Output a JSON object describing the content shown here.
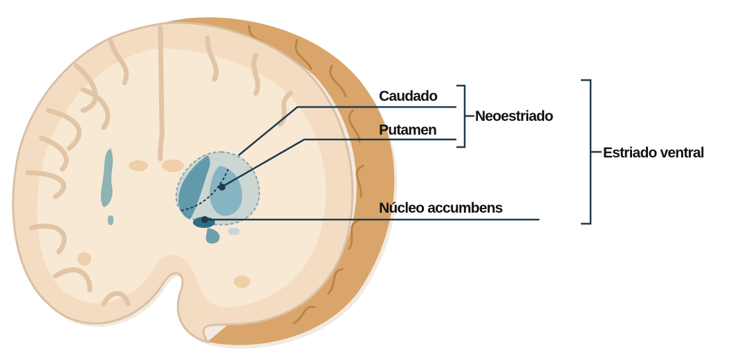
{
  "labels": {
    "caudado": "Caudado",
    "putamen": "Putamen",
    "neoestriado": "Neoestriado",
    "nucleo_accumbens": "Núcleo accumbens",
    "estriado_ventral": "Estriado ventral"
  },
  "colors": {
    "white_matter": "#f7e6cf",
    "gray_matter": "#f3dcc2",
    "cortex_outline": "#d9bfa5",
    "cut_surface": "#d9a56b",
    "cut_surface_dark": "#b98547",
    "striatum_blue": "#4f8fa3",
    "striatum_light": "#a9c8d3",
    "ventricle": "#7aa9ac",
    "leader_line": "#1e3a4c",
    "bracket": "#1e3a4c"
  }
}
